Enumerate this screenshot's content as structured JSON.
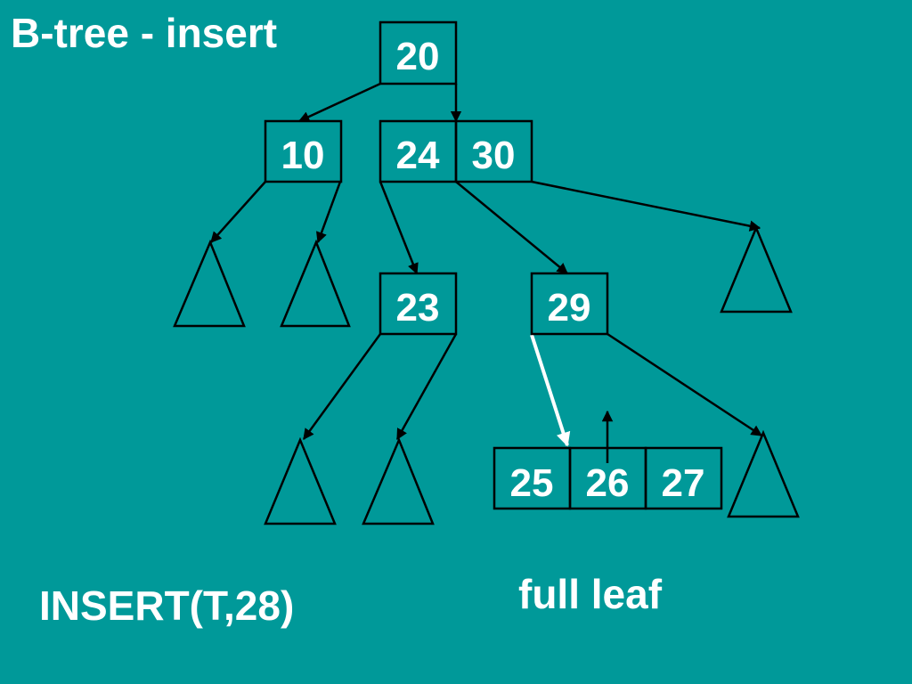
{
  "slide": {
    "title": "B-tree - insert",
    "operation": "INSERT(T,28)",
    "note": "full leaf"
  },
  "tree": {
    "root": {
      "keys": [
        "20"
      ]
    },
    "level1": [
      {
        "keys": [
          "10"
        ]
      },
      {
        "keys": [
          "24",
          "30"
        ]
      }
    ],
    "level2": [
      {
        "keys": [
          "23"
        ]
      },
      {
        "keys": [
          "29"
        ]
      }
    ],
    "leaf": {
      "keys": [
        "25",
        "26",
        "27"
      ]
    }
  },
  "colors": {
    "background": "#009999",
    "ink": "#000000",
    "text": "#ffffff",
    "highlight_path": "#ffffff"
  }
}
